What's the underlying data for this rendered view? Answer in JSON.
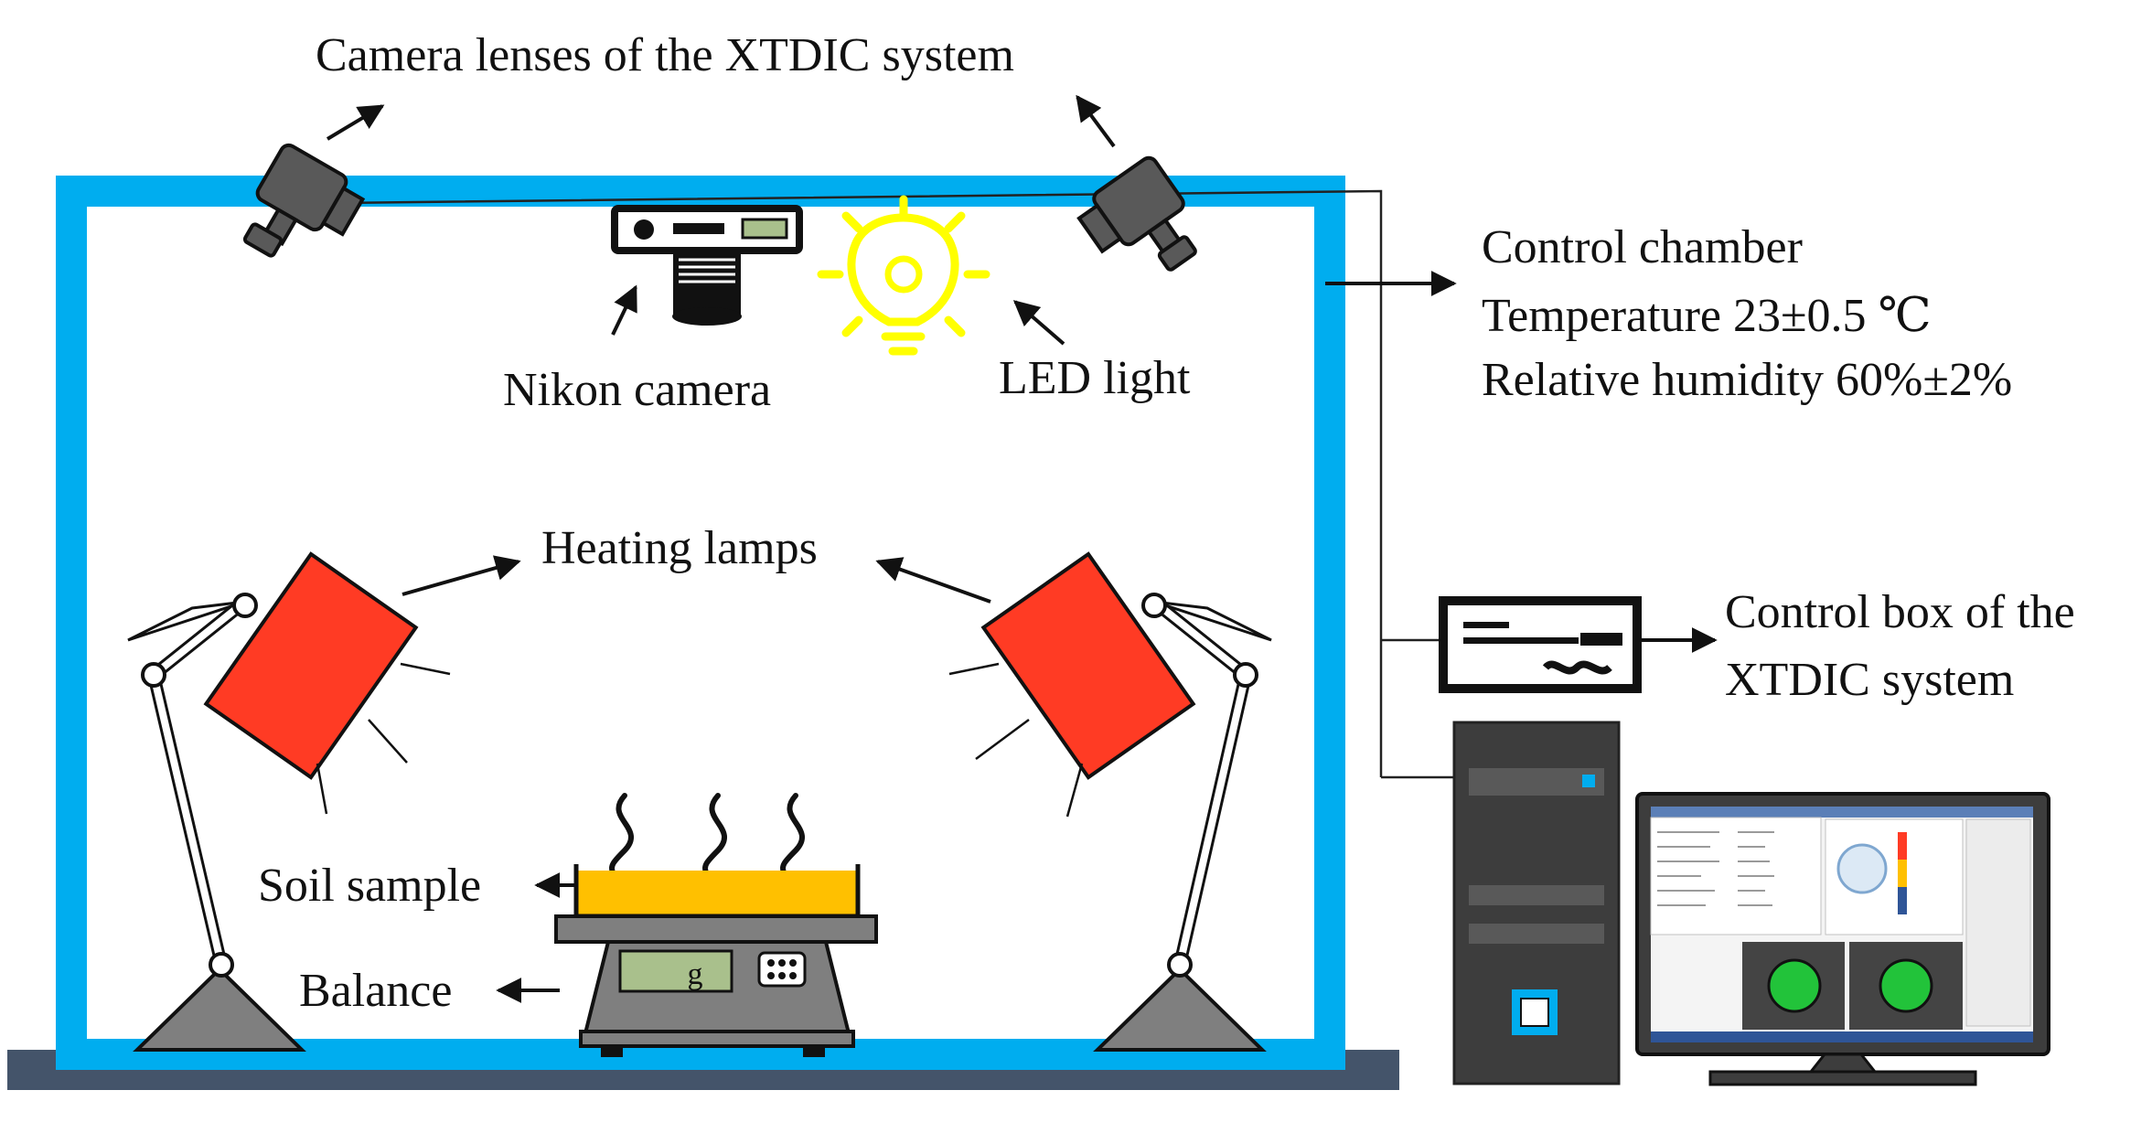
{
  "labels": {
    "camera_lenses": "Camera lenses of the XTDIC system",
    "nikon_camera": "Nikon camera",
    "led_light": "LED light",
    "heating_lamps": "Heating lamps",
    "soil_sample": "Soil sample",
    "balance": "Balance",
    "balance_unit": "g",
    "control_chamber": "Control chamber",
    "temperature": "Temperature 23±0.5 ℃",
    "humidity": "Relative humidity 60%±2%",
    "control_box_line1": "Control box of the",
    "control_box_line2": "XTDIC system"
  },
  "colors": {
    "chamber_frame": "#00adef",
    "ground": "#44546a",
    "heating_lamp": "#ff3b24",
    "soil": "#ffc000",
    "led": "#ffff00",
    "camera_body": "#595959",
    "balance_body": "#7f7f7f",
    "balance_display": "#a9c08c",
    "computer_case": "#3d3d3d",
    "dic_pattern": "#22c33a"
  },
  "icons": {
    "xtdic_camera": "video-camera-icon",
    "nikon_camera": "camera-icon",
    "led_light": "lightbulb-icon",
    "heating_lamp": "desk-lamp-icon",
    "balance": "scale-icon",
    "control_box": "controller-box-icon",
    "computer": "pc-tower-icon",
    "monitor": "monitor-icon"
  }
}
